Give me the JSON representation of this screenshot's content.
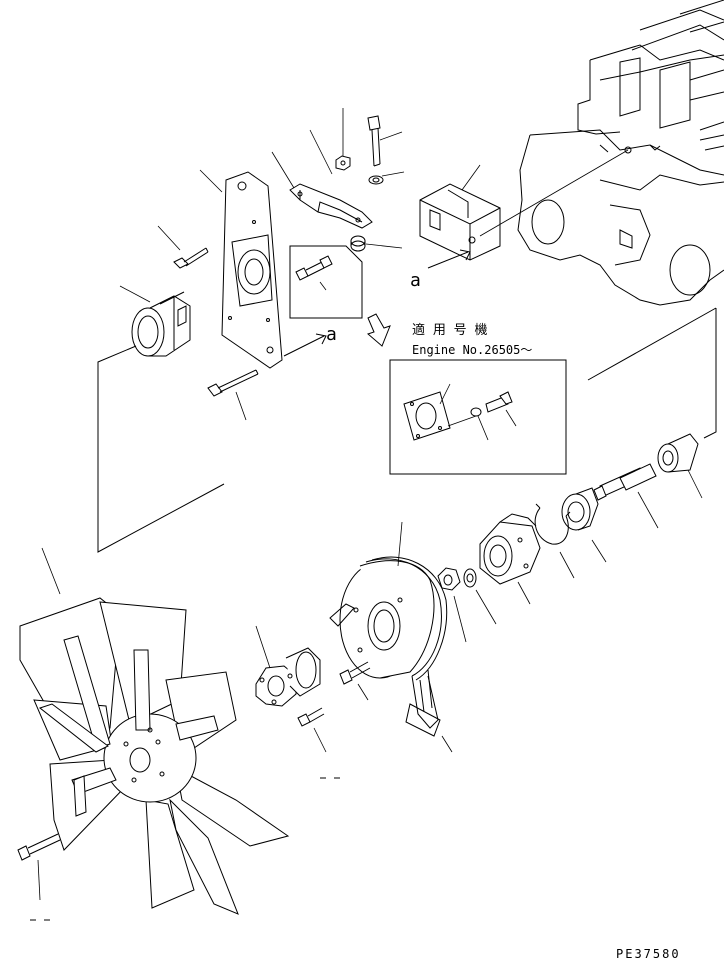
{
  "callouts": {
    "ref_a_1": "a",
    "ref_a_2": "a",
    "applicable_jp": "適 用 号 機",
    "engine_no": "Engine No.26505～",
    "drawing_code": "PE37580"
  }
}
